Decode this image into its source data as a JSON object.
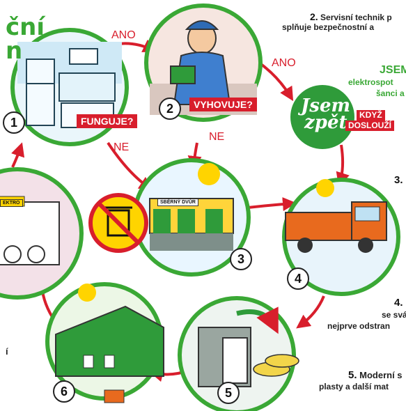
{
  "title": {
    "line1": "ční",
    "line2": "n"
  },
  "decisions": {
    "funguje": "FUNGUJE?",
    "vyhovuje": "VYHOVUJE?"
  },
  "branches": {
    "ano1": "ANO",
    "ano2": "ANO",
    "ne1": "NE",
    "ne2": "NE"
  },
  "step_numbers": [
    "1",
    "2",
    "3",
    "4",
    "5",
    "6"
  ],
  "step2_text": {
    "num": "2.",
    "line1": "Servisní technik p",
    "line2": "splňuje bezpečnostní a"
  },
  "jsem_zpet": {
    "heading": "JSEM",
    "line1": "elektrospot",
    "line2": "šanci a",
    "badge1": "Jsem",
    "badge2": "zpět",
    "flag1": "KDYŽ",
    "flag2": "DOSLOUŽÍ"
  },
  "step3_text": {
    "num": "3."
  },
  "step4_text": {
    "num": "4.",
    "line1": "se svá",
    "line2": "nejprve odstran"
  },
  "step5_text": {
    "num": "5.",
    "line1": "Moderní s",
    "line2": "plasty a další mat"
  },
  "signs": {
    "elektro": "EKTRO",
    "sberny_dvur": "SBĚRNÝ DVŮR"
  },
  "left_fragment": "í",
  "colors": {
    "green": "#3aa835",
    "red": "#d81e2c",
    "arrow": "#d81e2c"
  }
}
